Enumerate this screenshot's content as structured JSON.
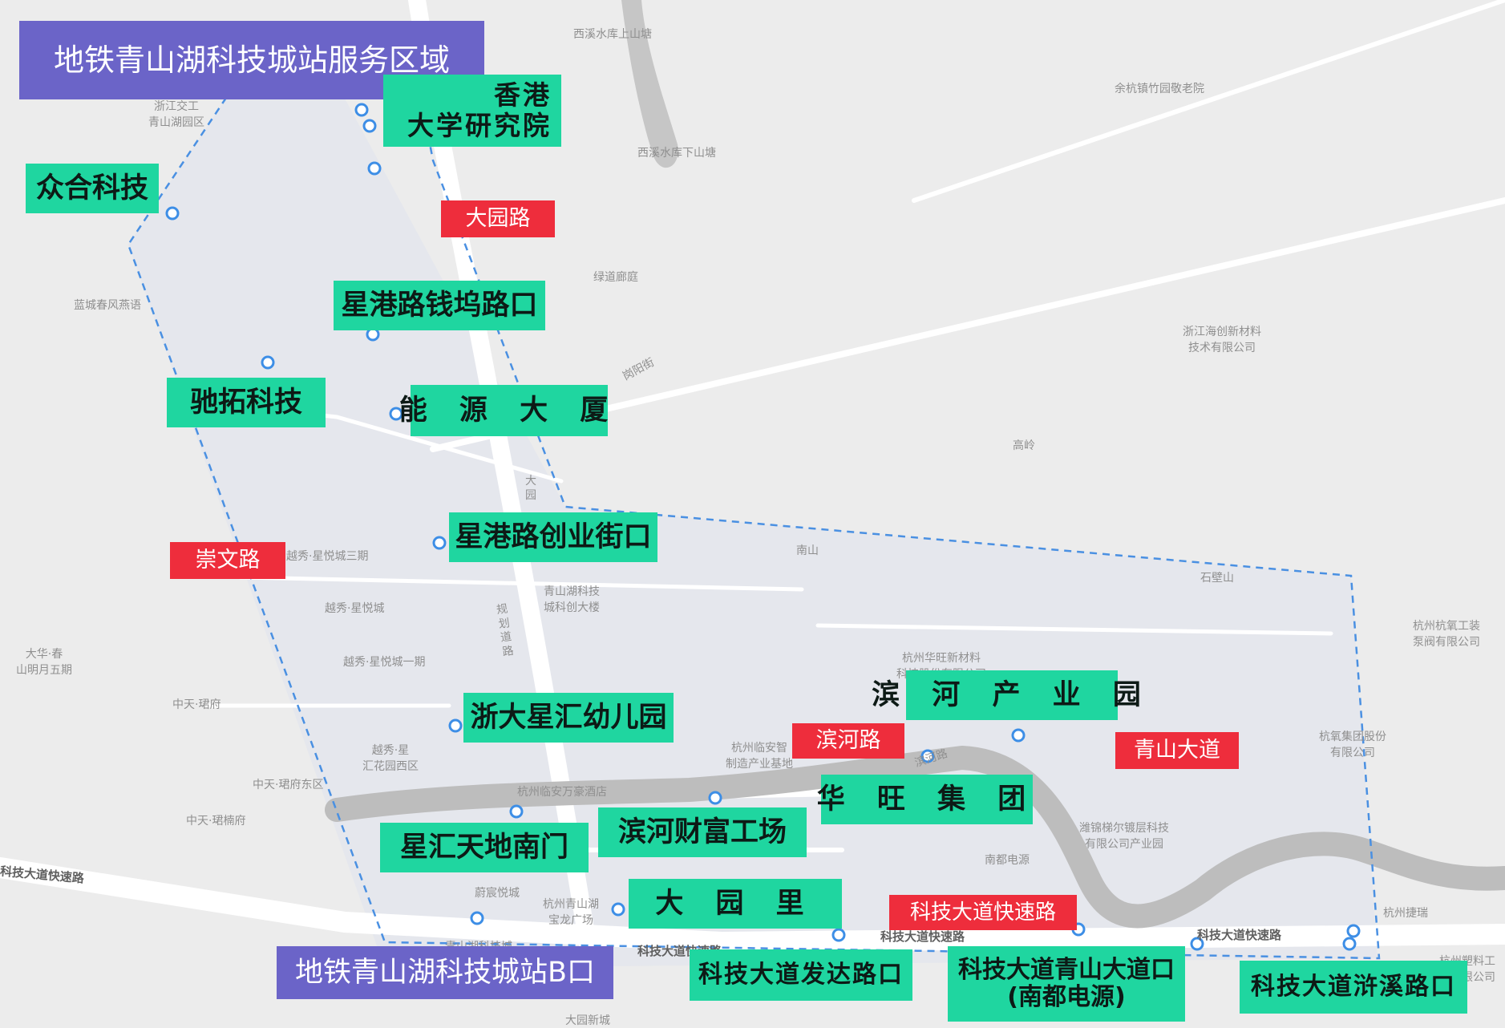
{
  "title": "地铁青山湖科技城站服务区域",
  "subway_exit": "地铁青山湖科技城站B口",
  "colors": {
    "station": "#1fd6a0",
    "road": "#ee2d3c",
    "title": "#6b64c8",
    "stop": "#3d8ee6",
    "boundary": "#4a90e2",
    "river": "#bdbdbd"
  },
  "stations": {
    "hkust": "香港\n大学研究院",
    "zhonghe": "众合科技",
    "xinggang_qianwu": "星港路钱坞路口",
    "chituo": "驰拓科技",
    "nengyuan": "能 源 大 厦",
    "xinggang_chuangye": "星港路创业街口",
    "zheda_kindergarten": "浙大星汇幼儿园",
    "binhe_park": "滨 河 产 业 园",
    "huawang": "华 旺 集 团",
    "binhe_caifu": "滨河财富工场",
    "xinghui_south": "星汇天地南门",
    "dayuanli": "大 园 里",
    "keji_fada": "科技大道发达路口",
    "keji_qingshan": "科技大道青山大道口\n(南都电源)",
    "keji_xuxi": "科技大道浒溪路口"
  },
  "roads": {
    "dayuan": "大园路",
    "chongwen": "崇文路",
    "binhe": "滨河路",
    "qingshan": "青山大道",
    "keji_express": "科技大道快速路"
  },
  "base_map": {
    "xixi_upper": "西溪水库上山塘",
    "xixi_lower": "西溪水库下山塘",
    "yuhang_home": "余杭镇竹园敬老院",
    "lvdao": "绿道廊庭",
    "zhejiang_haichuang": "浙江海创新材料\n技术有限公司",
    "gangyang_street": "岗阳街",
    "gaoling": "高岭",
    "nanshan": "南山",
    "shibishan": "石壁山",
    "hangzhou_oxygen": "杭州杭氧工装\n泵阀有限公司",
    "qingshanhu_innovation": "青山湖科技\n城科创大楼",
    "yuexiu_phase3": "越秀·星悦城三期",
    "yuexiu": "越秀·星悦城",
    "yuexiu_phase1": "越秀·星悦城一期",
    "dahua": "大华·春\n山明月五期",
    "zhongtian": "中天·珺府",
    "zhongtian_east": "中天·珺府东区",
    "zhongtian_nan": "中天·珺楠府",
    "yuexiu_huihua": "越秀·星\n汇花园西区",
    "lancheng": "蓝城春风燕语",
    "huawang_material": "杭州华旺新材料\n科技股份有限公司",
    "linan_industry": "杭州临安智\n制造产业基地",
    "wanhao_hotel": "杭州临安万豪酒店",
    "nandu_power": "南都电源",
    "tianjin_industry": "潍锦梯尔镀层科技\n有限公司产业园",
    "hangao_group": "杭氧集团股份\n有限公司",
    "hangzhou_jieying": "杭州捷瑞",
    "hangzhou_plastic": "杭州塑料工\n业有限公司",
    "weiyuan": "蔚宸悦城",
    "baolong": "杭州青山湖\n宝龙广场",
    "dayuan_new": "大园新城",
    "planning_road": "规\n划\n道\n路",
    "dayuan_vert": "大\n园",
    "binhe_vert": "滨河路",
    "zhejiang_jiaoyu": "浙江交工\n青山湖园区",
    "keji_expressway_left": "科技大道快速路",
    "keji_expressway_center": "科技大道快速路",
    "keji_expressway_right": "科技大道快速路",
    "keji_expressway_bottom": "科技大道快速路",
    "qingshanhu_keji": "青山湖科技城"
  }
}
